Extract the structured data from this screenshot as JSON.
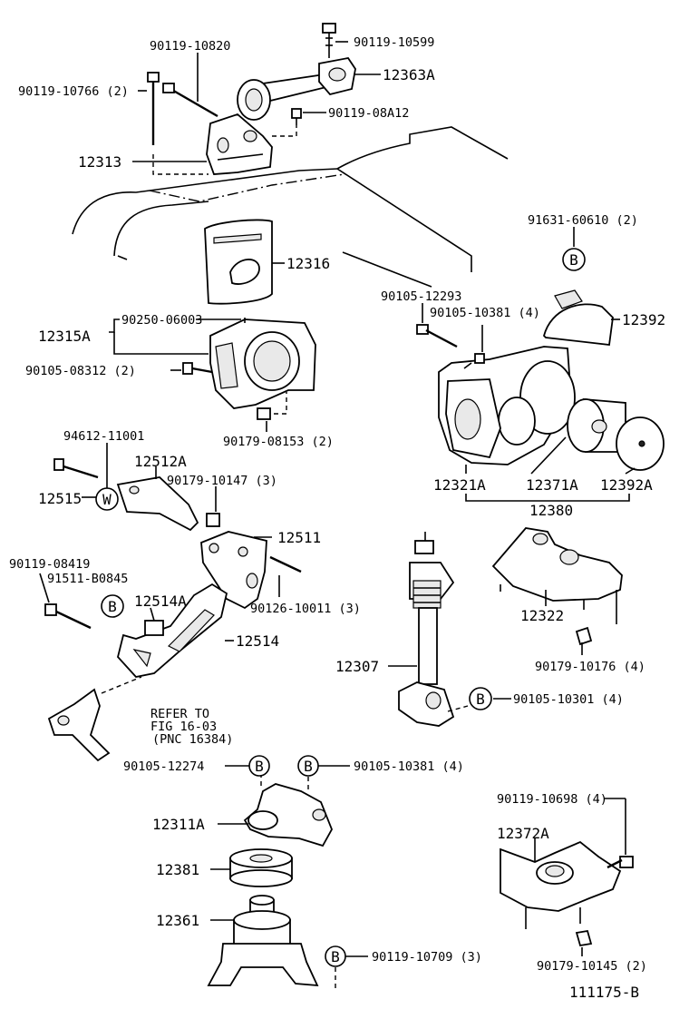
{
  "diagram": {
    "figure_code": "111175-B",
    "note": {
      "line1": "REFER TO",
      "line2": "FIG 16-03",
      "line3": "(PNC 16384)"
    },
    "callouts": [
      {
        "id": "p_90119_10820",
        "text": "90119-10820"
      },
      {
        "id": "p_90119_10599",
        "text": "90119-10599"
      },
      {
        "id": "p_12363A",
        "text": "12363A"
      },
      {
        "id": "p_90119_10766",
        "text": "90119-10766 (2)"
      },
      {
        "id": "p_90119_08A12",
        "text": "90119-08A12"
      },
      {
        "id": "p_12313",
        "text": "12313"
      },
      {
        "id": "p_91631_60610",
        "text": "91631-60610 (2)"
      },
      {
        "id": "p_12316",
        "text": "12316"
      },
      {
        "id": "p_90105_12293",
        "text": "90105-12293"
      },
      {
        "id": "p_90105_10381_top",
        "text": "90105-10381 (4)"
      },
      {
        "id": "p_12392",
        "text": "12392"
      },
      {
        "id": "p_12315A",
        "text": "12315A"
      },
      {
        "id": "p_90250_06003",
        "text": "90250-06003"
      },
      {
        "id": "p_90105_08312",
        "text": "90105-08312 (2)"
      },
      {
        "id": "p_90179_08153",
        "text": "90179-08153 (2)"
      },
      {
        "id": "p_94612_11001",
        "text": "94612-11001"
      },
      {
        "id": "p_12512A",
        "text": "12512A"
      },
      {
        "id": "p_90179_10147",
        "text": "90179-10147 (3)"
      },
      {
        "id": "p_12515",
        "text": "12515"
      },
      {
        "id": "p_12321A",
        "text": "12321A"
      },
      {
        "id": "p_12371A",
        "text": "12371A"
      },
      {
        "id": "p_12392A",
        "text": "12392A"
      },
      {
        "id": "p_12380",
        "text": "12380"
      },
      {
        "id": "p_12511",
        "text": "12511"
      },
      {
        "id": "p_90119_08419",
        "text": "90119-08419"
      },
      {
        "id": "p_91511_B0845",
        "text": "91511-B0845"
      },
      {
        "id": "p_12514A",
        "text": "12514A"
      },
      {
        "id": "p_90126_10011",
        "text": "90126-10011 (3)"
      },
      {
        "id": "p_12322",
        "text": "12322"
      },
      {
        "id": "p_12514",
        "text": "12514"
      },
      {
        "id": "p_90179_10176",
        "text": "90179-10176 (4)"
      },
      {
        "id": "p_12307",
        "text": "12307"
      },
      {
        "id": "p_90105_10301",
        "text": "90105-10301 (4)"
      },
      {
        "id": "p_90105_12274",
        "text": "90105-12274"
      },
      {
        "id": "p_90105_10381_bot",
        "text": "90105-10381 (4)"
      },
      {
        "id": "p_90119_10698",
        "text": "90119-10698 (4)"
      },
      {
        "id": "p_12311A",
        "text": "12311A"
      },
      {
        "id": "p_12372A",
        "text": "12372A"
      },
      {
        "id": "p_12381",
        "text": "12381"
      },
      {
        "id": "p_12361",
        "text": "12361"
      },
      {
        "id": "p_90119_10709",
        "text": "90119-10709 (3)"
      },
      {
        "id": "p_90179_10145",
        "text": "90179-10145 (2)"
      }
    ],
    "circle_letters": {
      "B": "B",
      "W": "W"
    }
  }
}
